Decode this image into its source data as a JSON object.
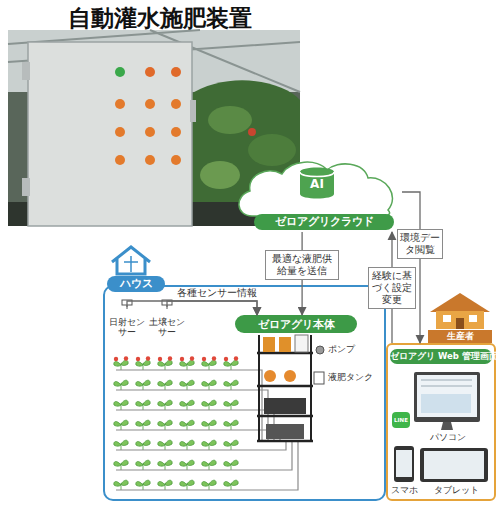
{
  "diagram": {
    "title": "自動灌水施肥装置",
    "nodes": [
      {
        "text": [
          "AI",
          "ゼロアグリクラウド"
        ]
      },
      {
        "text": [
          "ハウス"
        ]
      },
      {
        "text": [
          "日射センサー"
        ],
        "in": 1
      },
      {
        "text": [
          "土壌センサー"
        ],
        "in": 1
      },
      {
        "text": [
          "ゼロアグリ本体"
        ],
        "in": 1
      },
      {
        "text": [
          "生産者",
          "ゼロアグリ Web 管理画面"
        ]
      }
    ],
    "edges": [
      {
        "from": 0,
        "to": 4,
        "label": "最適な液肥供給量を送信",
        "arrow": "to"
      },
      {
        "from": 2,
        "to": 4,
        "label": "各種センサー情報",
        "arrow": "to"
      },
      {
        "from": 3,
        "to": 4,
        "arrow": "to"
      },
      {
        "from": 5,
        "to": 0,
        "label": "経験に基づく設定変更",
        "arrow": "to"
      },
      {
        "from": 0,
        "to": 5,
        "label": "環境データ閲覧",
        "arrow": "to"
      }
    ],
    "labels": [
      "ポンプ",
      "液肥タンク",
      "パソコン",
      "LINE",
      "スマホ",
      "タブレット"
    ]
  }
}
